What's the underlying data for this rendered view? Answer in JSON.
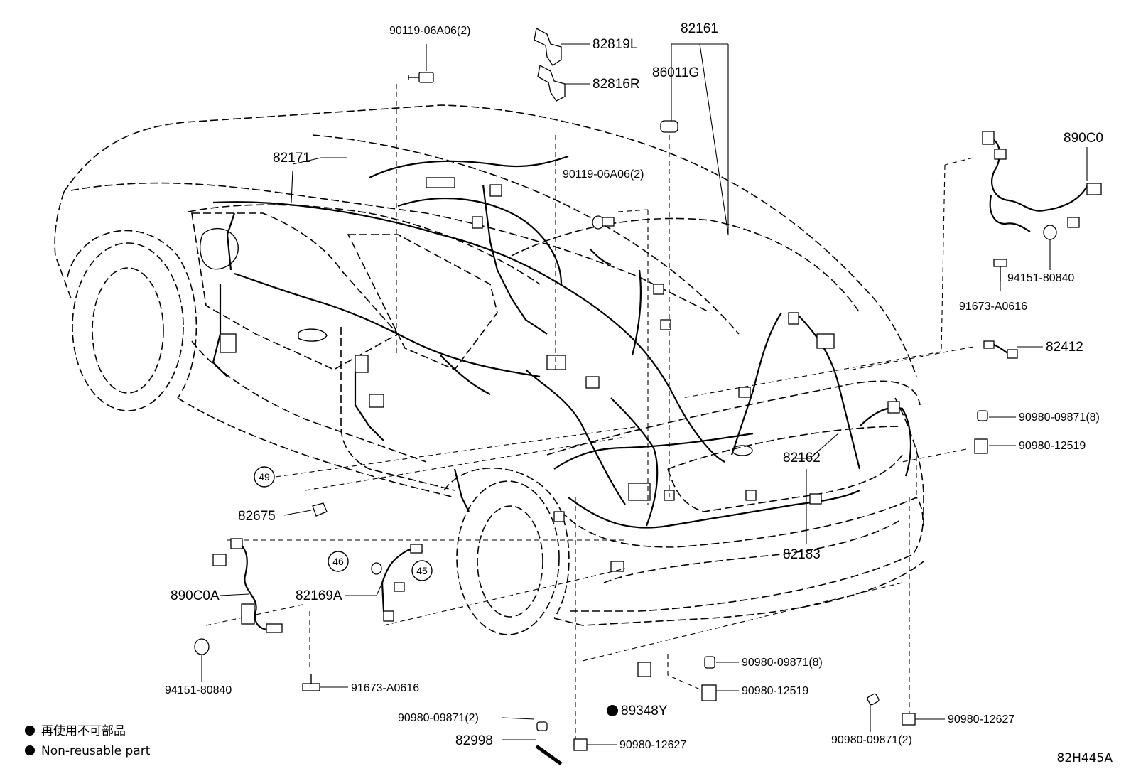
{
  "diagram_id": "82H445A",
  "legend": {
    "jp": "再使用不可部品",
    "en": "Non-reusable part"
  },
  "callouts": {
    "c49": "49",
    "c46": "46",
    "c45": "45"
  },
  "parts": {
    "p90119_top": "90119-06A06(2)",
    "p82819L": "82819L",
    "p82816R": "82816R",
    "p82161": "82161",
    "p86011G": "86011G",
    "p82171": "82171",
    "p90119_mid": "90119-06A06(2)",
    "p890C0": "890C0",
    "p94151_r": "94151-80840",
    "p91673_r": "91673-A0616",
    "p82412": "82412",
    "p90980_09871_8_r": "90980-09871(8)",
    "p90980_12519_r": "90980-12519",
    "p82162": "82162",
    "p82183": "82183",
    "p82675": "82675",
    "p890C0A": "890C0A",
    "p82169A": "82169A",
    "p94151_l": "94151-80840",
    "p91673_l": "91673-A0616",
    "p90980_09871_8_c": "90980-09871(8)",
    "p90980_12519_c": "90980-12519",
    "p89348Y": "89348Y",
    "p90980_09871_2_l": "90980-09871(2)",
    "p82998": "82998",
    "p90980_12627_l": "90980-12627",
    "p90980_09871_2_r": "90980-09871(2)",
    "p90980_12627_r": "90980-12627"
  }
}
